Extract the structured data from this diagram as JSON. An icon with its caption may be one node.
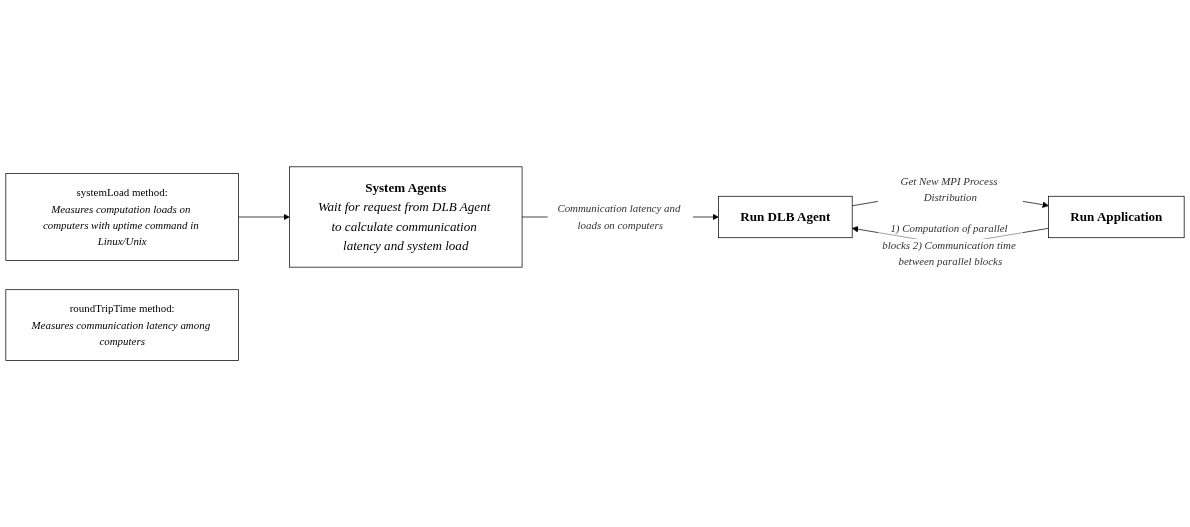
{
  "diagram": {
    "nodes": [
      {
        "text": [
          "systemLoad method:",
          "Measures computation loads on computers with uptime command in Linux/Unix"
        ]
      },
      {
        "text": [
          "roundTripTime method:",
          "Measures communication latency among computers"
        ]
      },
      {
        "text": [
          "System Agents",
          "Wait for request from DLB Agent to calculate communication latency and system load"
        ]
      },
      {
        "text": [
          "Run Application"
        ]
      },
      {
        "text": [
          "Run DLB Agent"
        ]
      }
    ],
    "edges": [
      {
        "from": 0,
        "to": 2,
        "arrow": "to"
      },
      {
        "from": 2,
        "to": 4,
        "arrow": "to",
        "label": "Communication latency and loads on computers"
      },
      {
        "from": 3,
        "to": 4,
        "arrow": "to",
        "label": "1) Computation of parallel blocks 2) Communication time between parallel blocks"
      },
      {
        "from": 4,
        "to": 3,
        "arrow": "to",
        "label": "Get New MPI Process Distribution"
      }
    ]
  }
}
